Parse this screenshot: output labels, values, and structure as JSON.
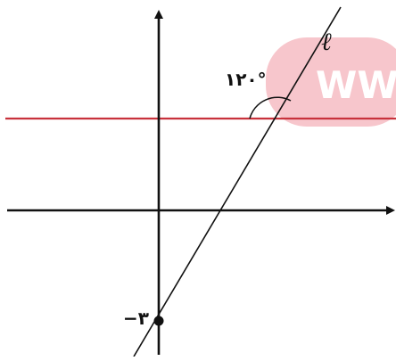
{
  "diagram": {
    "line_name": "ℓ",
    "angle_label": "۱۲۰°",
    "y_intercept_label": "−۳",
    "watermark_text": "WW",
    "colors": {
      "axes": "#111111",
      "line": "#111111",
      "horizontal_line": "#c8323c",
      "watermark": "#f7c6cc",
      "point": "#111111"
    }
  }
}
